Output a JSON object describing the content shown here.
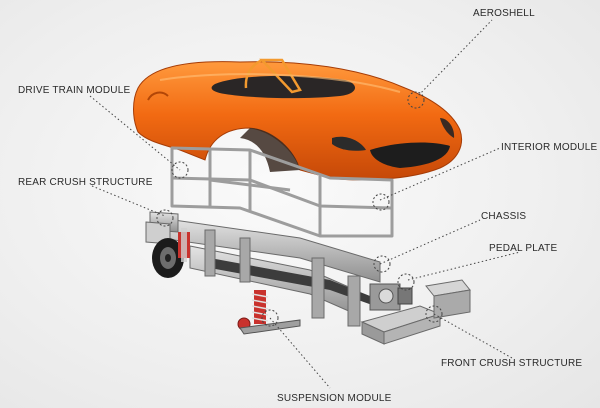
{
  "labels": {
    "aeroshell": "AEROSHELL",
    "drive_train": "DRIVE TRAIN MODULE",
    "interior": "INTERIOR MODULE",
    "rear_crush": "REAR CRUSH STRUCTURE",
    "chassis": "CHASSIS",
    "pedal_plate": "PEDAL PLATE",
    "front_crush": "FRONT CRUSH STRUCTURE",
    "suspension": "SUSPENSION MODULE"
  },
  "colors": {
    "body": "#f06b12",
    "frame": "#b9b9b9",
    "leader": "#444444"
  }
}
